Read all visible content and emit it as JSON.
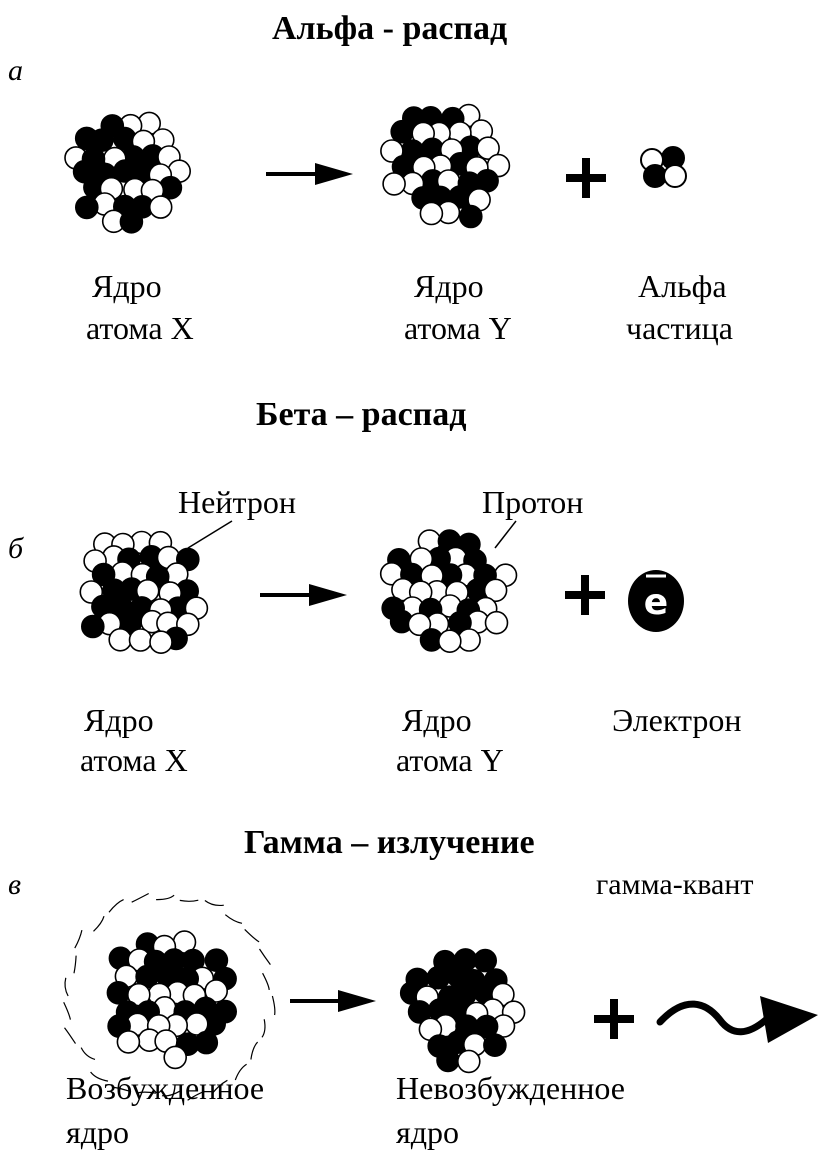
{
  "sections": [
    {
      "letter": "а",
      "title": "Альфа - распад",
      "labels": {
        "parent_line1": "Ядро",
        "parent_line2": "атома X",
        "daughter_line1": "Ядро",
        "daughter_line2": "атома Y",
        "product_line1": "Альфа",
        "product_line2": "частица"
      }
    },
    {
      "letter": "б",
      "title": "Бета – распад",
      "callouts": {
        "neutron": "Нейтрон",
        "proton": "Протон"
      },
      "labels": {
        "parent_line1": "Ядро",
        "parent_line2": "атома X",
        "daughter_line1": "Ядро",
        "daughter_line2": "атома Y",
        "product": "Электрон"
      },
      "electron_symbol": "e"
    },
    {
      "letter": "в",
      "title": "Гамма – излучение",
      "callouts": {
        "gamma": "гамма-квант"
      },
      "labels": {
        "parent_line1": "Возбужденное",
        "parent_line2": "ядро",
        "daughter_line1": "Невозбужденное",
        "daughter_line2": "ядро"
      }
    }
  ]
}
